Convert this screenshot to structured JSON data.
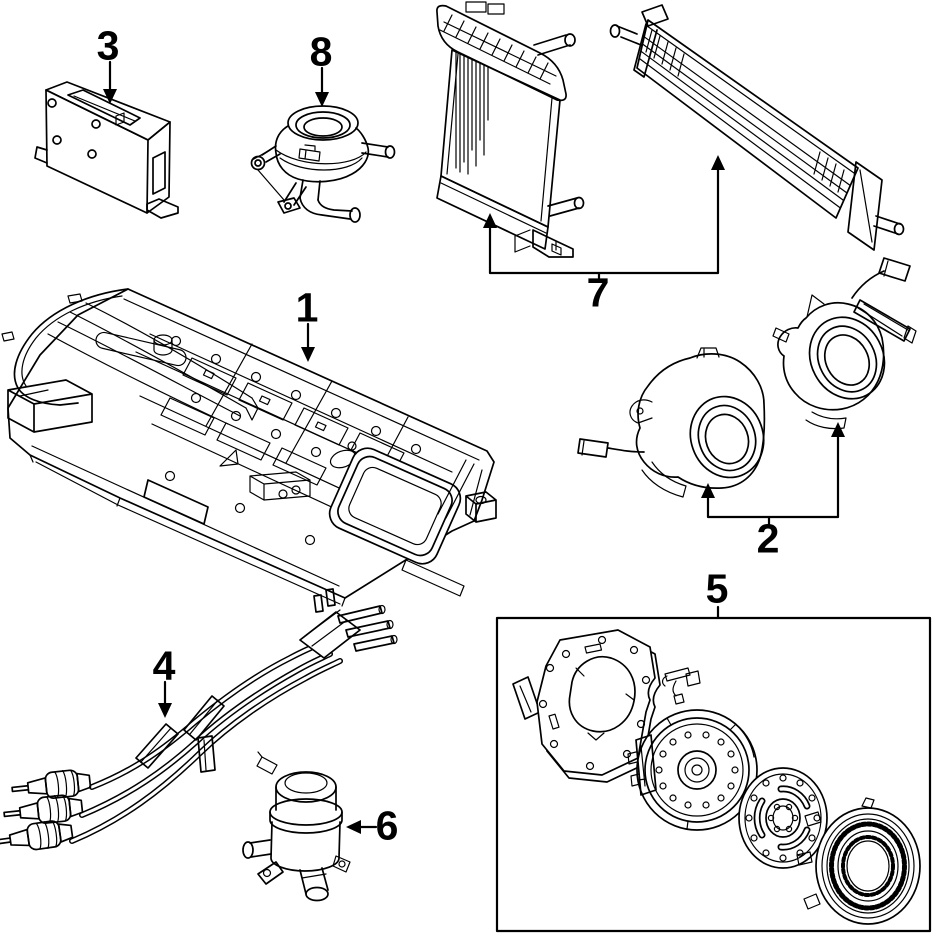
{
  "diagram": {
    "background_color": "#ffffff",
    "line_color": "#000000",
    "callouts": {
      "c1": {
        "label": "1"
      },
      "c2": {
        "label": "2"
      },
      "c3": {
        "label": "3"
      },
      "c4": {
        "label": "4"
      },
      "c5": {
        "label": "5"
      },
      "c6": {
        "label": "6"
      },
      "c7": {
        "label": "7"
      },
      "c8": {
        "label": "8"
      }
    }
  }
}
